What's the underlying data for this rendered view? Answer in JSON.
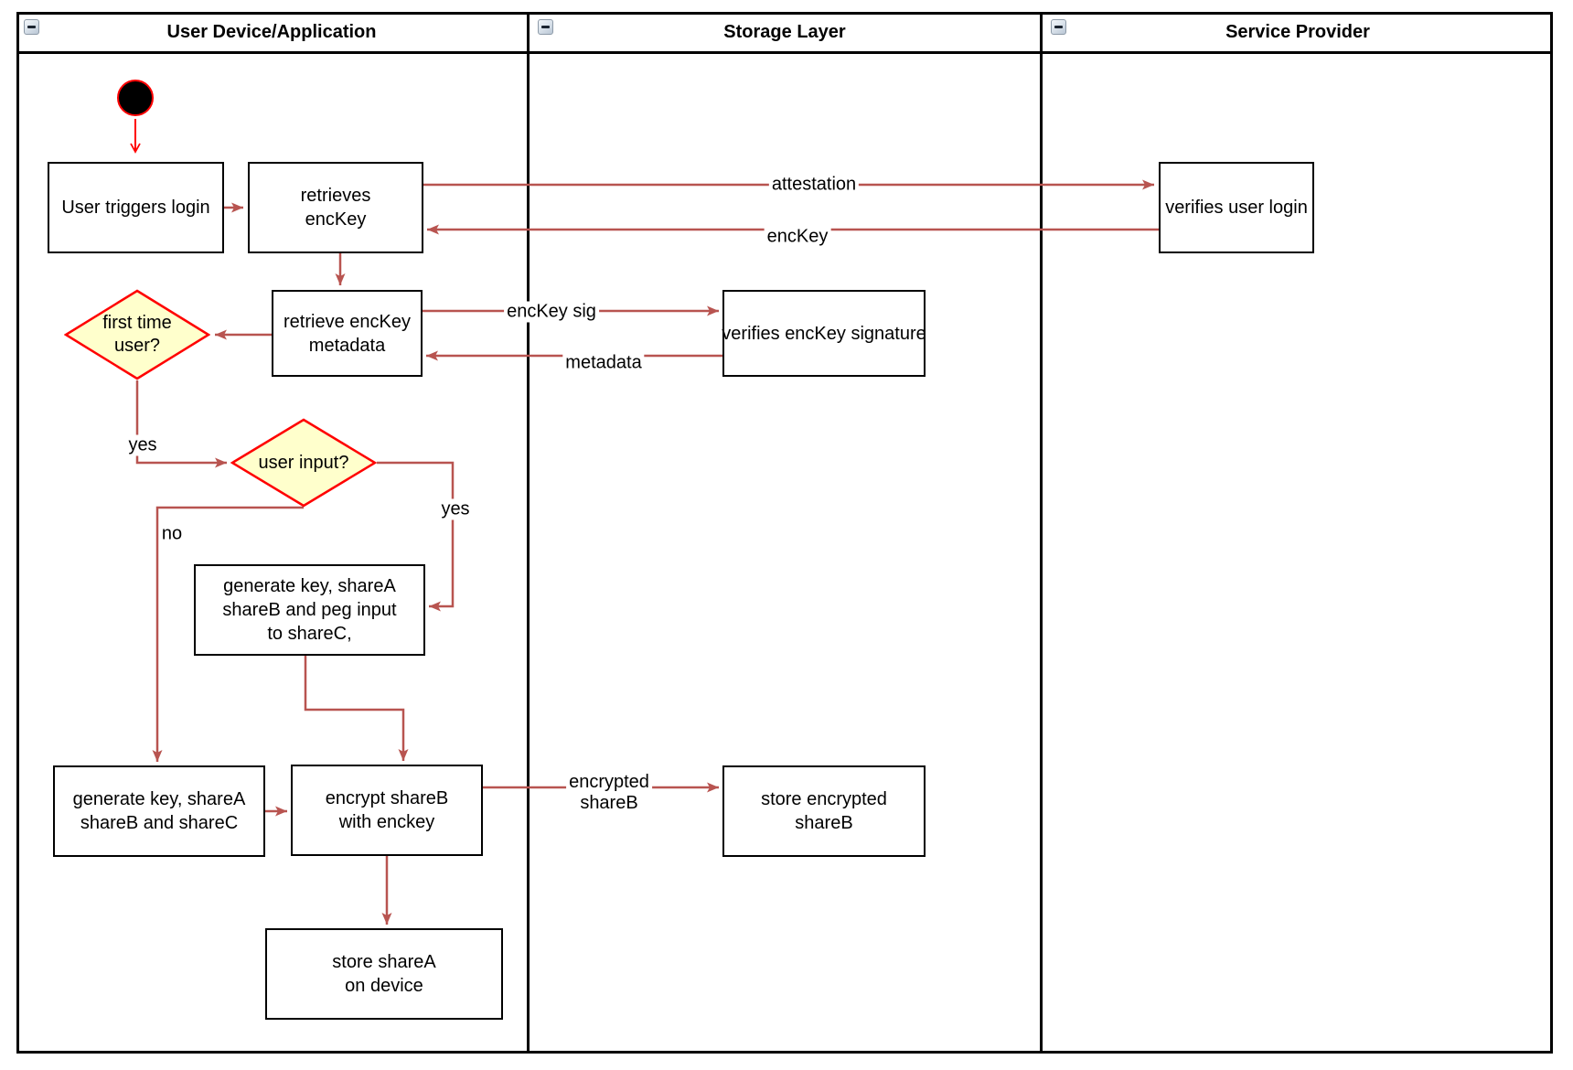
{
  "lanes": [
    {
      "title": "User Device/Application"
    },
    {
      "title": "Storage Layer"
    },
    {
      "title": "Service Provider"
    }
  ],
  "nodes": {
    "user_triggers_login": {
      "label": "User triggers login"
    },
    "retrieves_enckey": {
      "label": "retrieves\nencKey"
    },
    "verifies_user_login": {
      "label": "verifies user login"
    },
    "retrieve_enckey_metadata": {
      "label": "retrieve encKey\nmetadata"
    },
    "verifies_enckey_signature": {
      "label": "verifies encKey signature"
    },
    "first_time_user": {
      "label": "first time\nuser?"
    },
    "user_input": {
      "label": "user input?"
    },
    "gen_key_peg": {
      "label": "generate key, shareA\nshareB and peg input\nto shareC,"
    },
    "gen_key_shares": {
      "label": "generate key, shareA\nshareB and shareC"
    },
    "encrypt_shareb": {
      "label": "encrypt shareB\nwith enckey"
    },
    "store_encrypted_shareb": {
      "label": "store encrypted\nshareB"
    },
    "store_sharea": {
      "label": "store shareA\non device"
    }
  },
  "edges": {
    "attestation": {
      "label": "attestation"
    },
    "enckey_return": {
      "label": "encKey"
    },
    "enckey_sig": {
      "label": "encKey sig"
    },
    "metadata_return": {
      "label": "metadata"
    },
    "first_time_yes": {
      "label": "yes"
    },
    "user_input_yes": {
      "label": "yes"
    },
    "user_input_no": {
      "label": "no"
    },
    "encrypted_shareb": {
      "label": "encrypted\nshareB"
    }
  },
  "colors": {
    "arrow": "#B85450",
    "start": "#FF0000",
    "decision_fill": "#FFFFCC",
    "decision_stroke": "#FF0000",
    "node_border": "#000000"
  }
}
